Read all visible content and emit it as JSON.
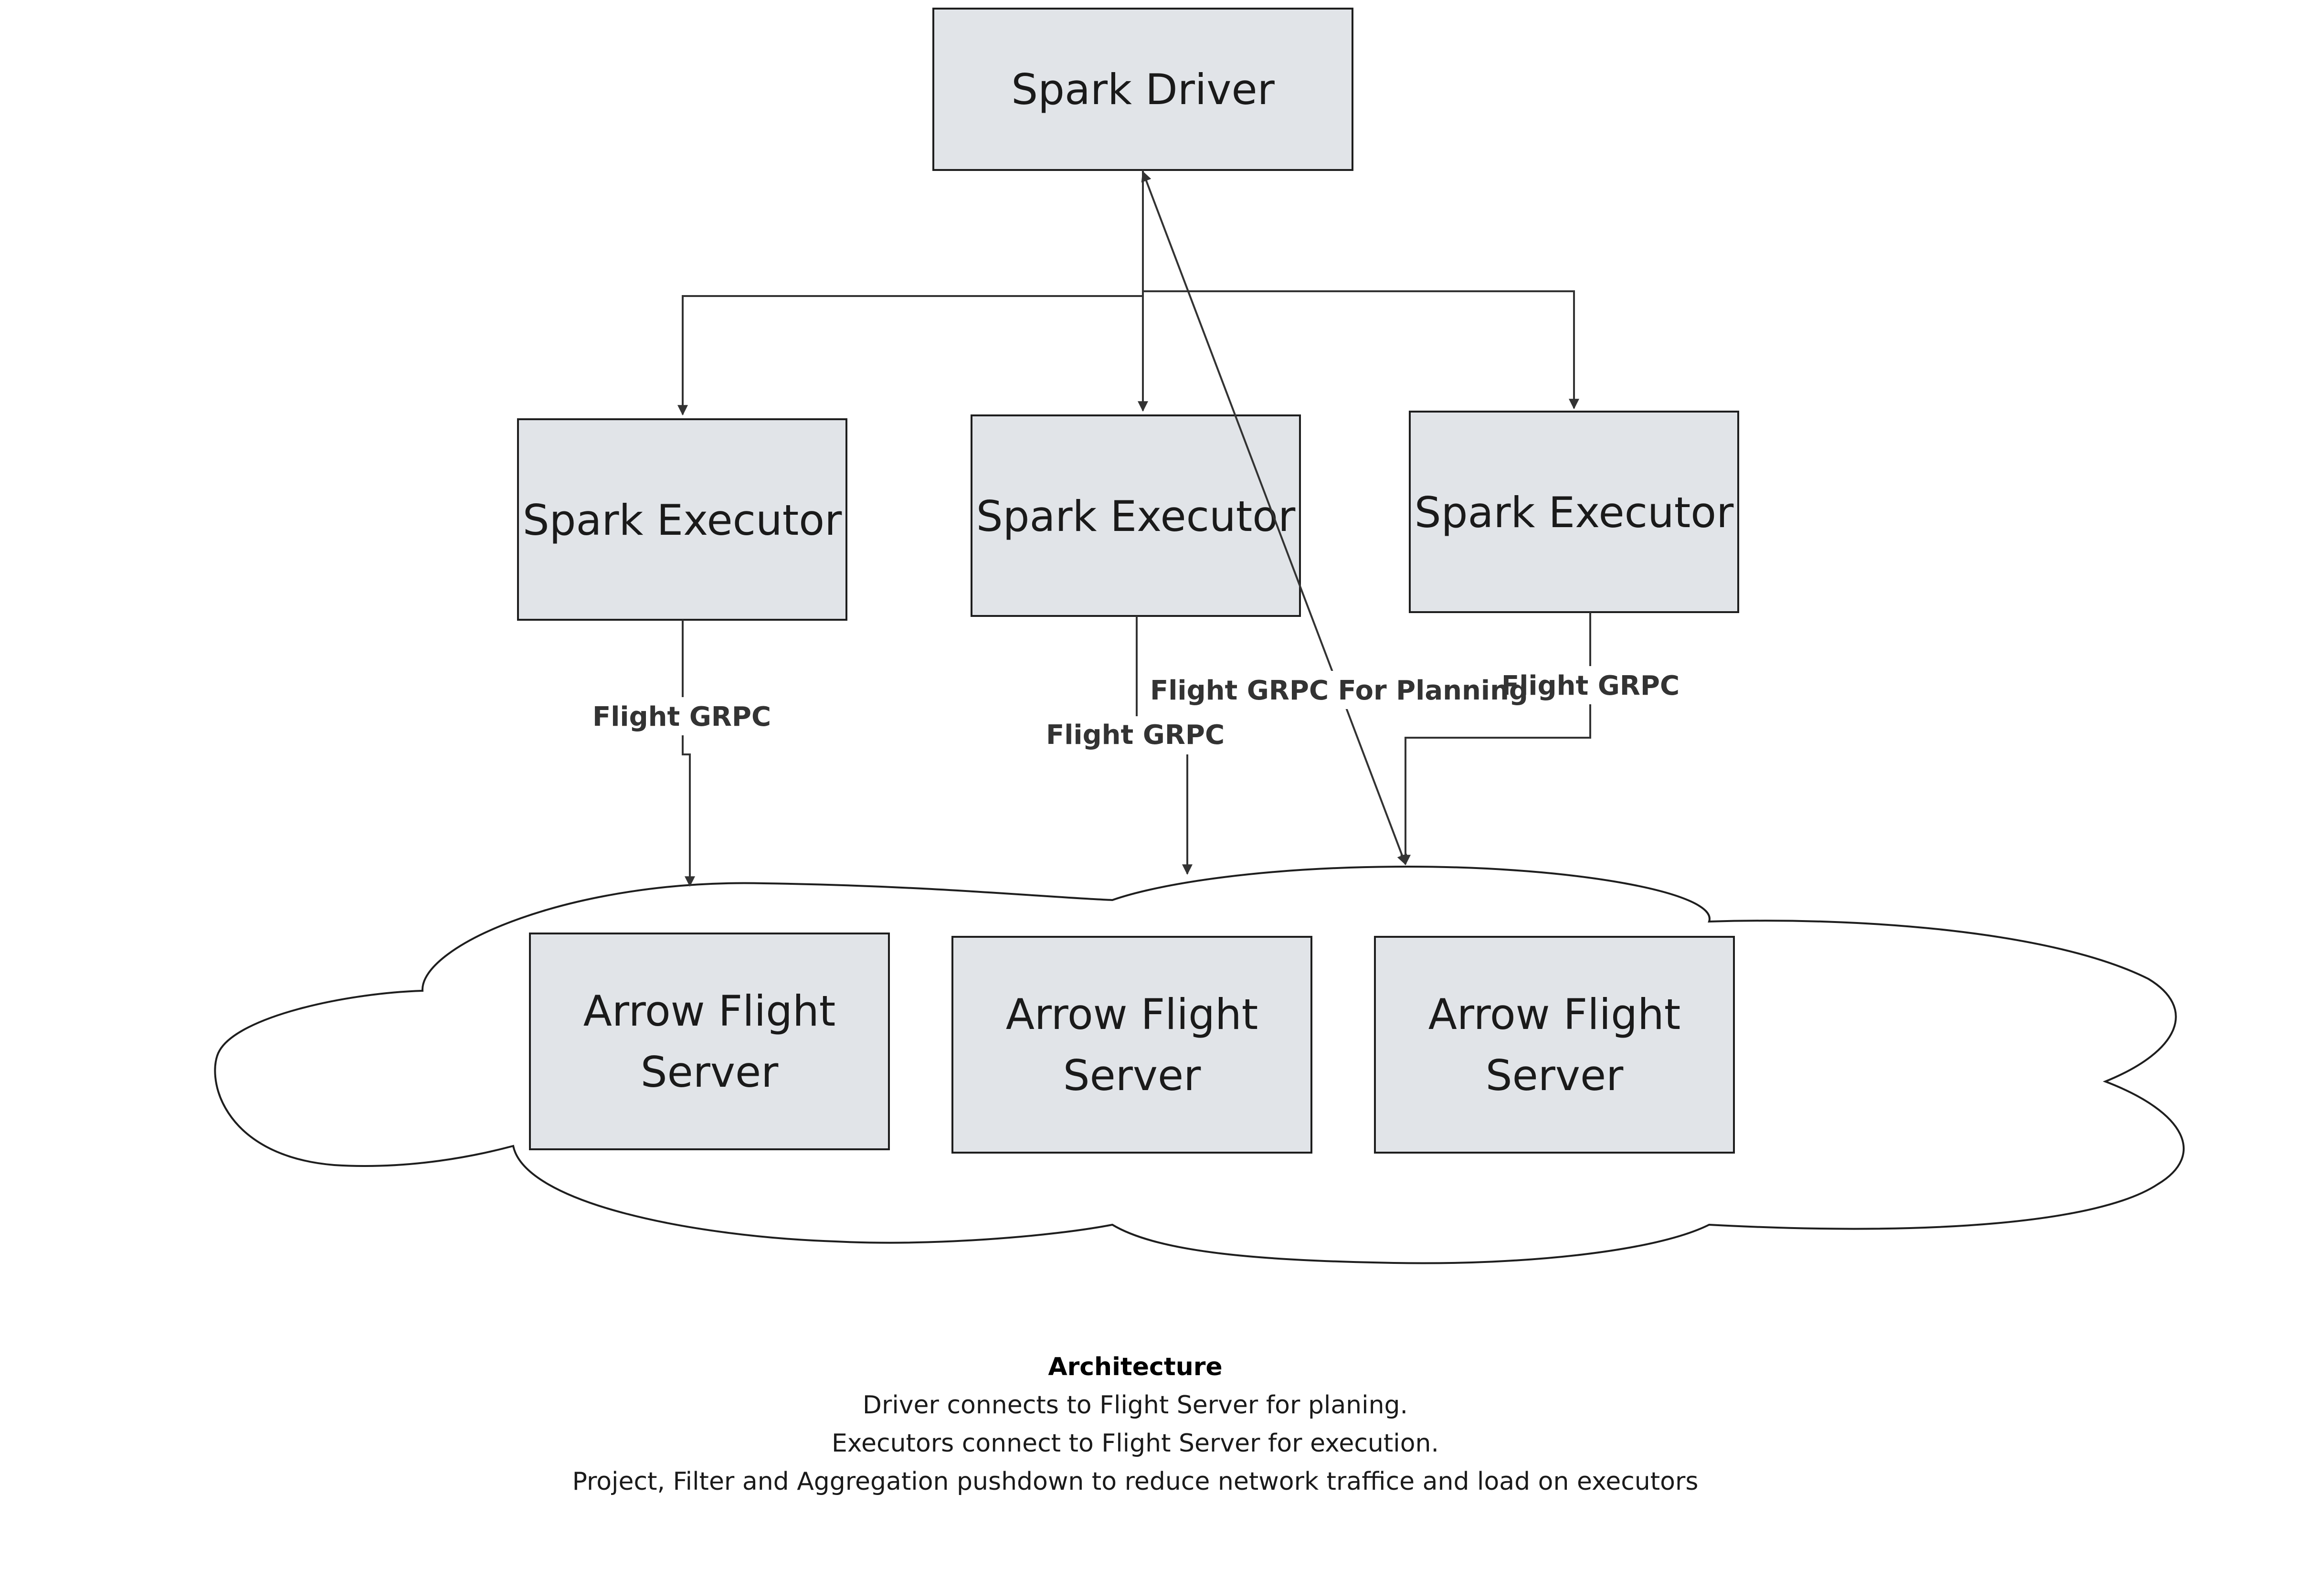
{
  "colors": {
    "box_fill": "#e1e4e8",
    "box_stroke": "#1e1e1e",
    "line": "#333333",
    "cloud_fill": "#ffffff"
  },
  "driver": {
    "label": "Spark Driver"
  },
  "executors": [
    {
      "label": "Spark Executor"
    },
    {
      "label": "Spark Executor"
    },
    {
      "label": "Spark Executor"
    }
  ],
  "servers": [
    {
      "line1": "Arrow Flight",
      "line2": "Server"
    },
    {
      "line1": "Arrow Flight",
      "line2": "Server"
    },
    {
      "line1": "Arrow Flight",
      "line2": "Server"
    }
  ],
  "edge_labels": {
    "executor1": "Flight GRPC",
    "executor2": "Flight GRPC",
    "executor3": "Flight GRPC",
    "planning": "Flight GRPC For Planning"
  },
  "caption": {
    "title": "Architecture",
    "lines": [
      "Driver connects to Flight Server for planing.",
      "Executors connect to Flight Server for execution.",
      "Project, Filter and Aggregation pushdown to reduce network traffice and load on executors"
    ]
  }
}
